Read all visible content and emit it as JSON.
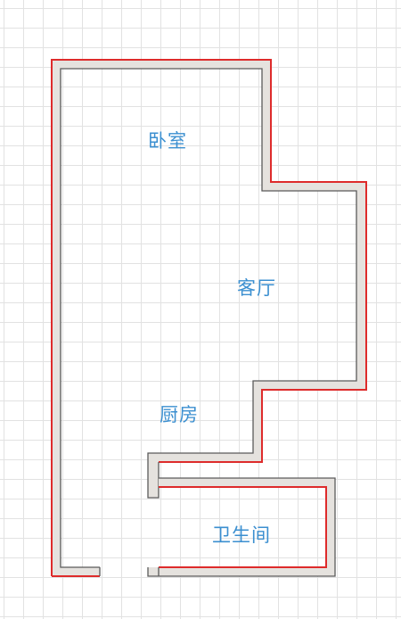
{
  "colors": {
    "wall_fill": "#e5e2de",
    "wall_inner_stroke": "#5a5a5a",
    "wall_outer_stroke": "#de2b2b",
    "label": "#3b8fd0",
    "grid_line": "#e2e2e2"
  },
  "rooms": {
    "bedroom": "卧室",
    "living_room": "客厅",
    "kitchen": "厨房",
    "bathroom": "卫生间"
  }
}
